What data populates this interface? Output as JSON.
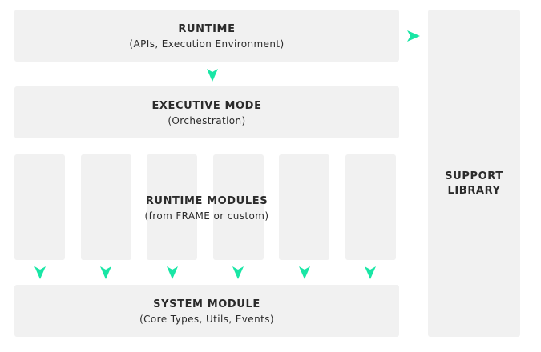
{
  "runtime": {
    "title": "RUNTIME",
    "subtitle": "(APIs, Execution Environment)"
  },
  "executive": {
    "title": "EXECUTIVE MODE",
    "subtitle": "(Orchestration)"
  },
  "modules": {
    "title": "RUNTIME MODULES",
    "subtitle": "(from FRAME or custom)"
  },
  "system": {
    "title": "SYSTEM MODULE",
    "subtitle": "(Core Types, Utils, Events)"
  },
  "support": {
    "title_line1": "SUPPORT",
    "title_line2": "LIBRARY"
  },
  "colors": {
    "box": "#f1f1f1",
    "arrow": "#19e6a5",
    "text": "#2b2b2b"
  }
}
